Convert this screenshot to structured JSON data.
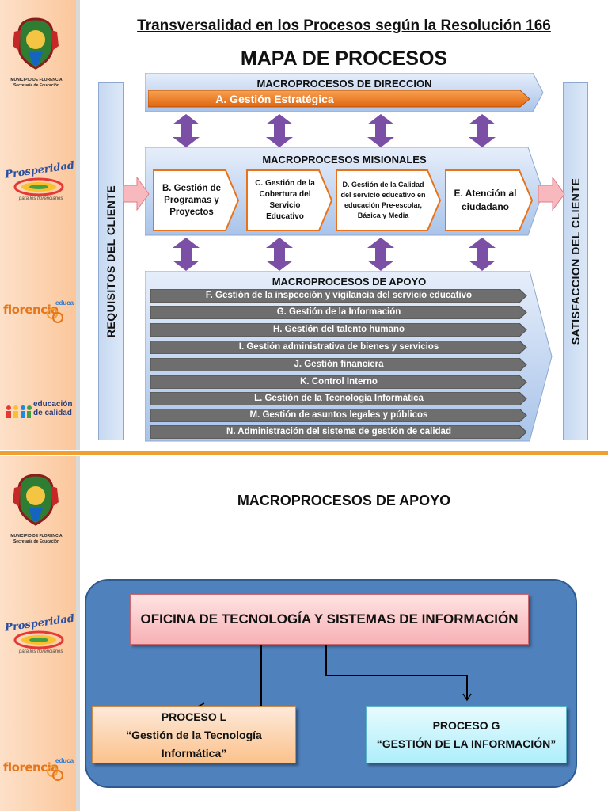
{
  "slide1": {
    "title": "Transversalidad en los Procesos según la Resolución 166",
    "subtitle": "MAPA DE PROCESOS",
    "left_bar": "REQUISITOS  DEL CLIENTE",
    "right_bar": "SATISFACCION DEL CLIENTE",
    "direccion": {
      "title": "MACROPROCESOS  DE  DIRECCION",
      "item": "A. Gestión Estratégica"
    },
    "misionales": {
      "title": "MACROPROCESOS  MISIONALES",
      "items": [
        "B. Gestión de Programas y Proyectos",
        "C. Gestión de la Cobertura del Servicio Educativo",
        "D. Gestión de la Calidad del servicio educativo en educación Pre-escolar, Básica y Media",
        "E. Atención al ciudadano"
      ]
    },
    "apoyo": {
      "title": "MACROPROCESOS  DE  APOYO",
      "items": [
        "F. Gestión de la inspección y vigilancia del servicio educativo",
        "G. Gestión de la Información",
        "H. Gestión del talento humano",
        "I. Gestión administrativa de bienes y servicios",
        "J. Gestión financiera",
        "K. Control Interno",
        "L. Gestión de la Tecnología Informática",
        "M. Gestión de asuntos legales y públicos",
        "N. Administración del sistema de gestión de calidad"
      ]
    }
  },
  "slide2": {
    "title": "MACROPROCESOS DE APOYO",
    "office": "OFICINA DE TECNOLOGÍA Y SISTEMAS DE INFORMACIÓN",
    "proceso_l": {
      "name": "PROCESO L",
      "desc": "“Gestión de la Tecnología Informática”"
    },
    "proceso_g": {
      "name": "PROCESO G",
      "desc": "“GESTIÓN DE LA INFORMACIÓN”"
    }
  },
  "sidebar": {
    "crest_caption_1": "MUNICIPIO DE FLORENCIA",
    "crest_caption_2": "Secretaría de Educación",
    "prosperidad": "Prosperidad",
    "prosperidad_sub": "para los florencianos",
    "florencia": "florencia",
    "florencia_edu": "educa",
    "educacion_1": "educación",
    "educacion_2": "de calidad"
  },
  "colors": {
    "accent_orange": "#e8731a",
    "divider": "#f0a030",
    "panel_blue": "#4f81bd",
    "arrow_purple": "#7b4fa6",
    "support_bar": "#6e6e6e"
  }
}
